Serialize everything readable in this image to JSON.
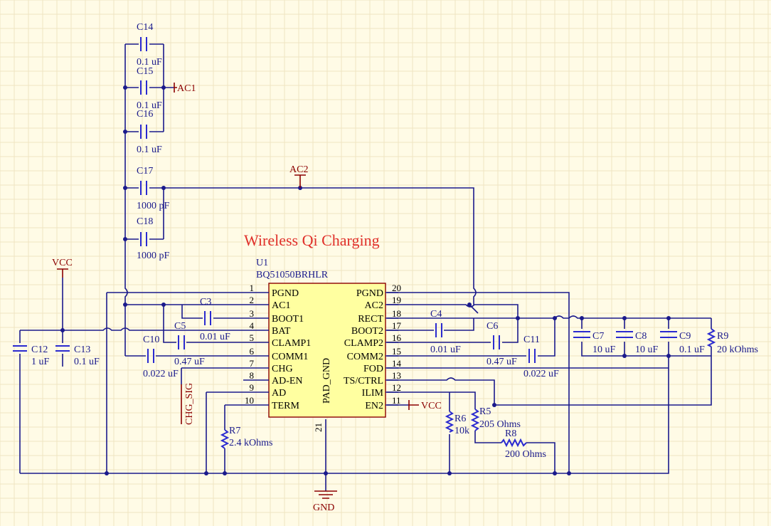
{
  "title": "Wireless Qi Charging",
  "ic": {
    "designator": "U1",
    "part": "BQ51050BRHLR",
    "pad_label": "PAD_GND",
    "pad_pin": "21",
    "left_pins": [
      {
        "num": "1",
        "name": "PGND"
      },
      {
        "num": "2",
        "name": "AC1"
      },
      {
        "num": "3",
        "name": "BOOT1"
      },
      {
        "num": "4",
        "name": "BAT"
      },
      {
        "num": "5",
        "name": "CLAMP1"
      },
      {
        "num": "6",
        "name": "COMM1"
      },
      {
        "num": "7",
        "name": "CHG"
      },
      {
        "num": "8",
        "name": "AD-EN"
      },
      {
        "num": "9",
        "name": "AD"
      },
      {
        "num": "10",
        "name": "TERM"
      }
    ],
    "right_pins": [
      {
        "num": "20",
        "name": "PGND"
      },
      {
        "num": "19",
        "name": "AC2"
      },
      {
        "num": "18",
        "name": "RECT"
      },
      {
        "num": "17",
        "name": "BOOT2"
      },
      {
        "num": "16",
        "name": "CLAMP2"
      },
      {
        "num": "15",
        "name": "COMM2"
      },
      {
        "num": "14",
        "name": "FOD"
      },
      {
        "num": "13",
        "name": "TS/CTRL"
      },
      {
        "num": "12",
        "name": "ILIM"
      },
      {
        "num": "11",
        "name": "EN2"
      }
    ]
  },
  "components": {
    "C14": {
      "ref": "C14",
      "value": "0.1 uF"
    },
    "C15": {
      "ref": "C15",
      "value": "0.1 uF"
    },
    "C16": {
      "ref": "C16",
      "value": "0.1 uF"
    },
    "C17": {
      "ref": "C17",
      "value": "1000 pF"
    },
    "C18": {
      "ref": "C18",
      "value": "1000 pF"
    },
    "C3": {
      "ref": "C3",
      "value": "0.01 uF"
    },
    "C5": {
      "ref": "C5",
      "value": "0.47 uF"
    },
    "C10": {
      "ref": "C10",
      "value": "0.022 uF"
    },
    "C12": {
      "ref": "C12",
      "value": "1 uF"
    },
    "C13": {
      "ref": "C13",
      "value": "0.1 uF"
    },
    "C4": {
      "ref": "C4",
      "value": "0.01 uF"
    },
    "C6": {
      "ref": "C6",
      "value": "0.47 uF"
    },
    "C11": {
      "ref": "C11",
      "value": "0.022 uF"
    },
    "C7": {
      "ref": "C7",
      "value": "10 uF"
    },
    "C8": {
      "ref": "C8",
      "value": "10 uF"
    },
    "C9": {
      "ref": "C9",
      "value": "0.1 uF"
    },
    "R9": {
      "ref": "R9",
      "value": "20 kOhms"
    },
    "R7": {
      "ref": "R7",
      "value": "2.4 kOhms"
    },
    "R6": {
      "ref": "R6",
      "value": "10k"
    },
    "R5": {
      "ref": "R5",
      "value": "205 Ohms"
    },
    "R8": {
      "ref": "R8",
      "value": "200 Ohms"
    }
  },
  "nets": {
    "ac1": "AC1",
    "ac2": "AC2",
    "vcc_left": "VCC",
    "vcc_right": "VCC",
    "gnd": "GND",
    "chg_sig": "CHG_SIG"
  },
  "colors": {
    "wire": "#1a1a8c",
    "component": "#2a2ad0",
    "net_label": "#8b0000",
    "title": "#e0302a",
    "ic_fill": "#ffffa0",
    "background": "#fffbe6"
  }
}
